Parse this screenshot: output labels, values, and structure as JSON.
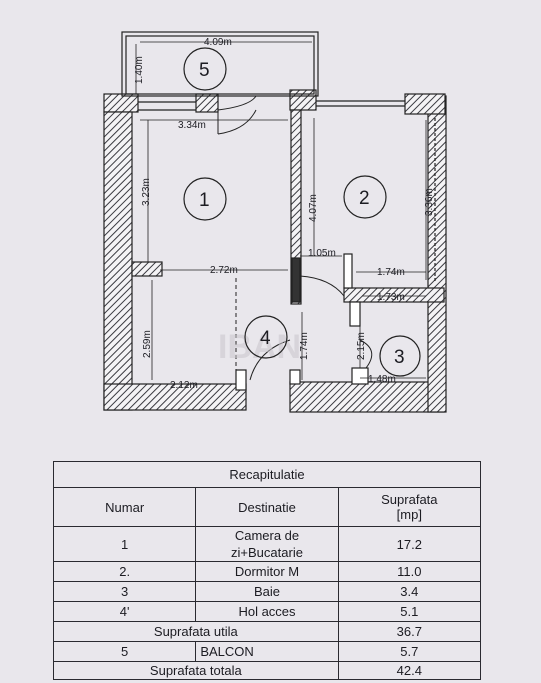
{
  "plan": {
    "dimensions": {
      "balcony_width": "4.09m",
      "balcony_depth": "1.40m",
      "room1_width": "3.34m",
      "room1_height": "3.23m",
      "room2_height": "4.07m",
      "room2_side": "3.36m",
      "hall_top": "2.72m",
      "hall_gap": "1.05m",
      "room2_bottom": "1.74m",
      "bath_top": "1.73m",
      "hall_lower_height": "2.59m",
      "hall_mid_height": "1.74m",
      "bath_height": "2.15m",
      "hall_bottom": "2.12m",
      "bath_bottom": "1.48m"
    },
    "rooms": [
      "1",
      "2",
      "3",
      "4",
      "5"
    ],
    "watermark": "IBAN"
  },
  "table": {
    "title": "Recapitulatie",
    "headers": {
      "numar": "Numar",
      "destinatie": "Destinatie",
      "suprafata_1": "Suprafata",
      "suprafata_2": "[mp]"
    },
    "rows": [
      {
        "num": "1",
        "dest": "Camera de zi+Bucatarie",
        "area": "17.2"
      },
      {
        "num": "2.",
        "dest": "Dormitor M",
        "area": "11.0"
      },
      {
        "num": "3",
        "dest": "Baie",
        "area": "3.4"
      },
      {
        "num": "4'",
        "dest": "Hol acces",
        "area": "5.1"
      }
    ],
    "suprafata_utila": {
      "label": "Suprafata utila",
      "area": "36.7"
    },
    "balcon": {
      "num": "5",
      "dest": "BALCON",
      "area": "5.7"
    },
    "suprafata_totala": {
      "label": "Suprafata totala",
      "area": "42.4"
    }
  }
}
